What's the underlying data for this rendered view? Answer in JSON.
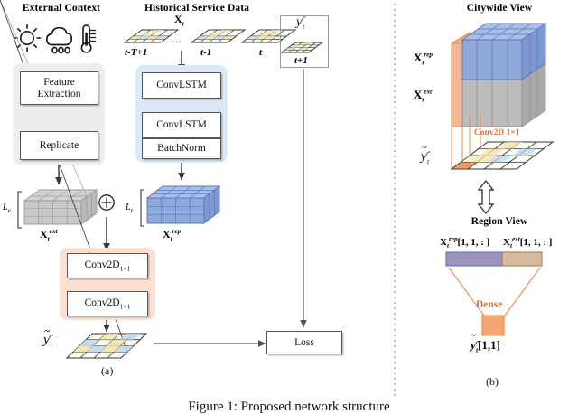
{
  "figure": {
    "caption": "Figure 1: Proposed network structure",
    "sub_caption_a": "(a)",
    "sub_caption_b": "(b)"
  },
  "panel_a": {
    "headers": {
      "external_context": "External Context",
      "historical_service_data": "Historical Service Data"
    },
    "context_icons": [
      "sun-icon",
      "rain-cloud-icon",
      "thermometer-icon"
    ],
    "external_blocks": [
      {
        "label": "Feature Extraction",
        "name": "feature-extraction-block"
      },
      {
        "label": "Replicate",
        "name": "replicate-block"
      }
    ],
    "history_blocks": [
      {
        "label": "ConvLSTM",
        "name": "convlstm-block-1"
      },
      {
        "label": "ConvLSTM",
        "name": "convlstm-block-2"
      },
      {
        "label": "BatchNorm",
        "name": "batchnorm-block"
      }
    ],
    "input_sequence": {
      "symbol": "X",
      "symbol_sub": "t",
      "ellipsis": "...",
      "timestamps": [
        "t-T+1",
        "t-1",
        "t"
      ]
    },
    "ground_truth": {
      "symbol": "ƴ",
      "symbol_sub": "t",
      "timestamp": "t+1"
    },
    "tensors": {
      "ext": {
        "bracket": "L",
        "bracket_sub": "e",
        "label_base": "X",
        "label_sub": "t",
        "label_sup": "ext",
        "color": "#b9b9b9"
      },
      "rep": {
        "bracket": "L",
        "bracket_sub": "r",
        "label_base": "X",
        "label_sub": "t",
        "label_sup": "rep",
        "color": "#8fa9dd"
      }
    },
    "fusion_operator": "+",
    "conv_blocks": [
      {
        "label": "Conv2D",
        "sub": "1×1",
        "name": "conv2d-block-1"
      },
      {
        "label": "Conv2D",
        "sub": "1×1",
        "name": "conv2d-block-2"
      }
    ],
    "prediction": {
      "symbol": "ƴ",
      "symbol_tilde": "~",
      "symbol_sub": "t"
    },
    "loss_block": {
      "label": "Loss",
      "name": "loss-block"
    }
  },
  "panel_b": {
    "headers": {
      "citywide_view": "Citywide View",
      "region_view": "Region View"
    },
    "citywide": {
      "rep_label": {
        "base": "X",
        "sub": "t",
        "sup": "rep"
      },
      "ext_label": {
        "base": "X",
        "sub": "t",
        "sup": "ext"
      },
      "conv_annotation": "Conv2D 1×1",
      "output_label": {
        "base": "ƴ",
        "sub": "t"
      }
    },
    "region": {
      "rep_vector_label": {
        "base": "X",
        "sub": "t",
        "sup": "rep",
        "index": "[1, 1, : ]"
      },
      "ext_vector_label": {
        "base": "X",
        "sub": "t",
        "sup": "ext",
        "index": "[1, 1, : ]"
      },
      "dense_label": "Dense",
      "output_label": {
        "base": "ƴ",
        "sub": "t",
        "index": "[1,1]"
      }
    }
  },
  "colors": {
    "external_panel_bg": "#ededed",
    "history_panel_bg": "#dbe8f6",
    "conv_panel_bg": "#fbe0d2",
    "accent_orange": "#e98a50",
    "accent_orange_text": "#d9703a",
    "tensor_blue": "#8fa9dd",
    "tensor_gray": "#b9b9b9",
    "divider": "#aaaaaa"
  }
}
